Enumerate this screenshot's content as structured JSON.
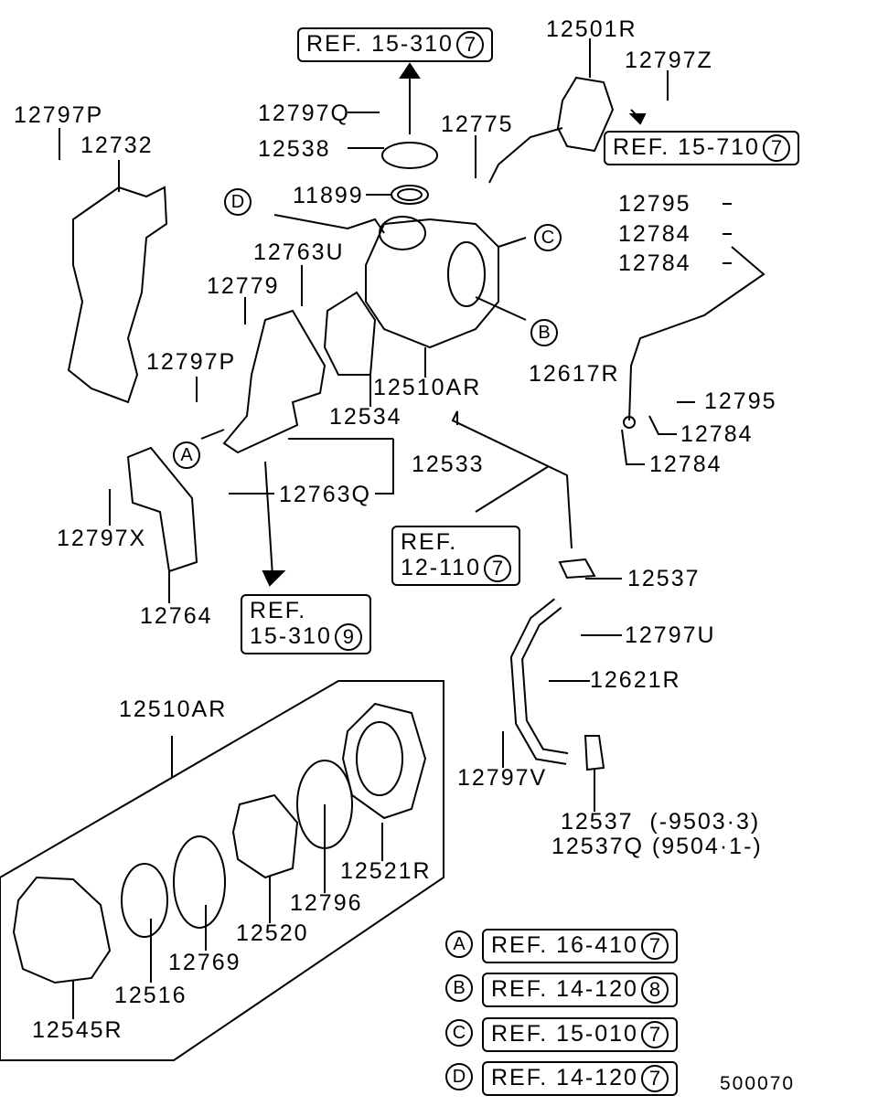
{
  "labels": [
    "12501R",
    "12797Z",
    "12797P",
    "12732",
    "12797Q",
    "12775",
    "12538",
    "11899",
    "12795",
    "12784",
    "12763U",
    "12784",
    "12779",
    "12617R",
    "12797P",
    "12510AR",
    "12795",
    "12534",
    "12784",
    "12533",
    "12784",
    "12763Q",
    "12797X",
    "12537",
    "12764",
    "12797U",
    "12621R",
    "12510AR",
    "12797V",
    "12537  (-9503·3)",
    "12537Q (9504·1-)",
    "12521R",
    "12796",
    "12520",
    "12769",
    "12516",
    "12545R"
  ],
  "ref_boxes": [
    {
      "text": "REF. 15-310",
      "circle": "7"
    },
    {
      "text": "REF. 15-710",
      "circle": "7"
    },
    {
      "text": "REF.\n12-110",
      "circle": "7"
    },
    {
      "text": "REF.\n15-310",
      "circle": "9"
    }
  ],
  "markers": [
    "D",
    "C",
    "B",
    "A"
  ],
  "legend": [
    {
      "mark": "A",
      "text": "REF. 16-410",
      "circle": "7"
    },
    {
      "mark": "B",
      "text": "REF. 14-120",
      "circle": "8"
    },
    {
      "mark": "C",
      "text": "REF. 15-010",
      "circle": "7"
    },
    {
      "mark": "D",
      "text": "REF. 14-120",
      "circle": "7"
    }
  ],
  "diagram_code": "500070"
}
